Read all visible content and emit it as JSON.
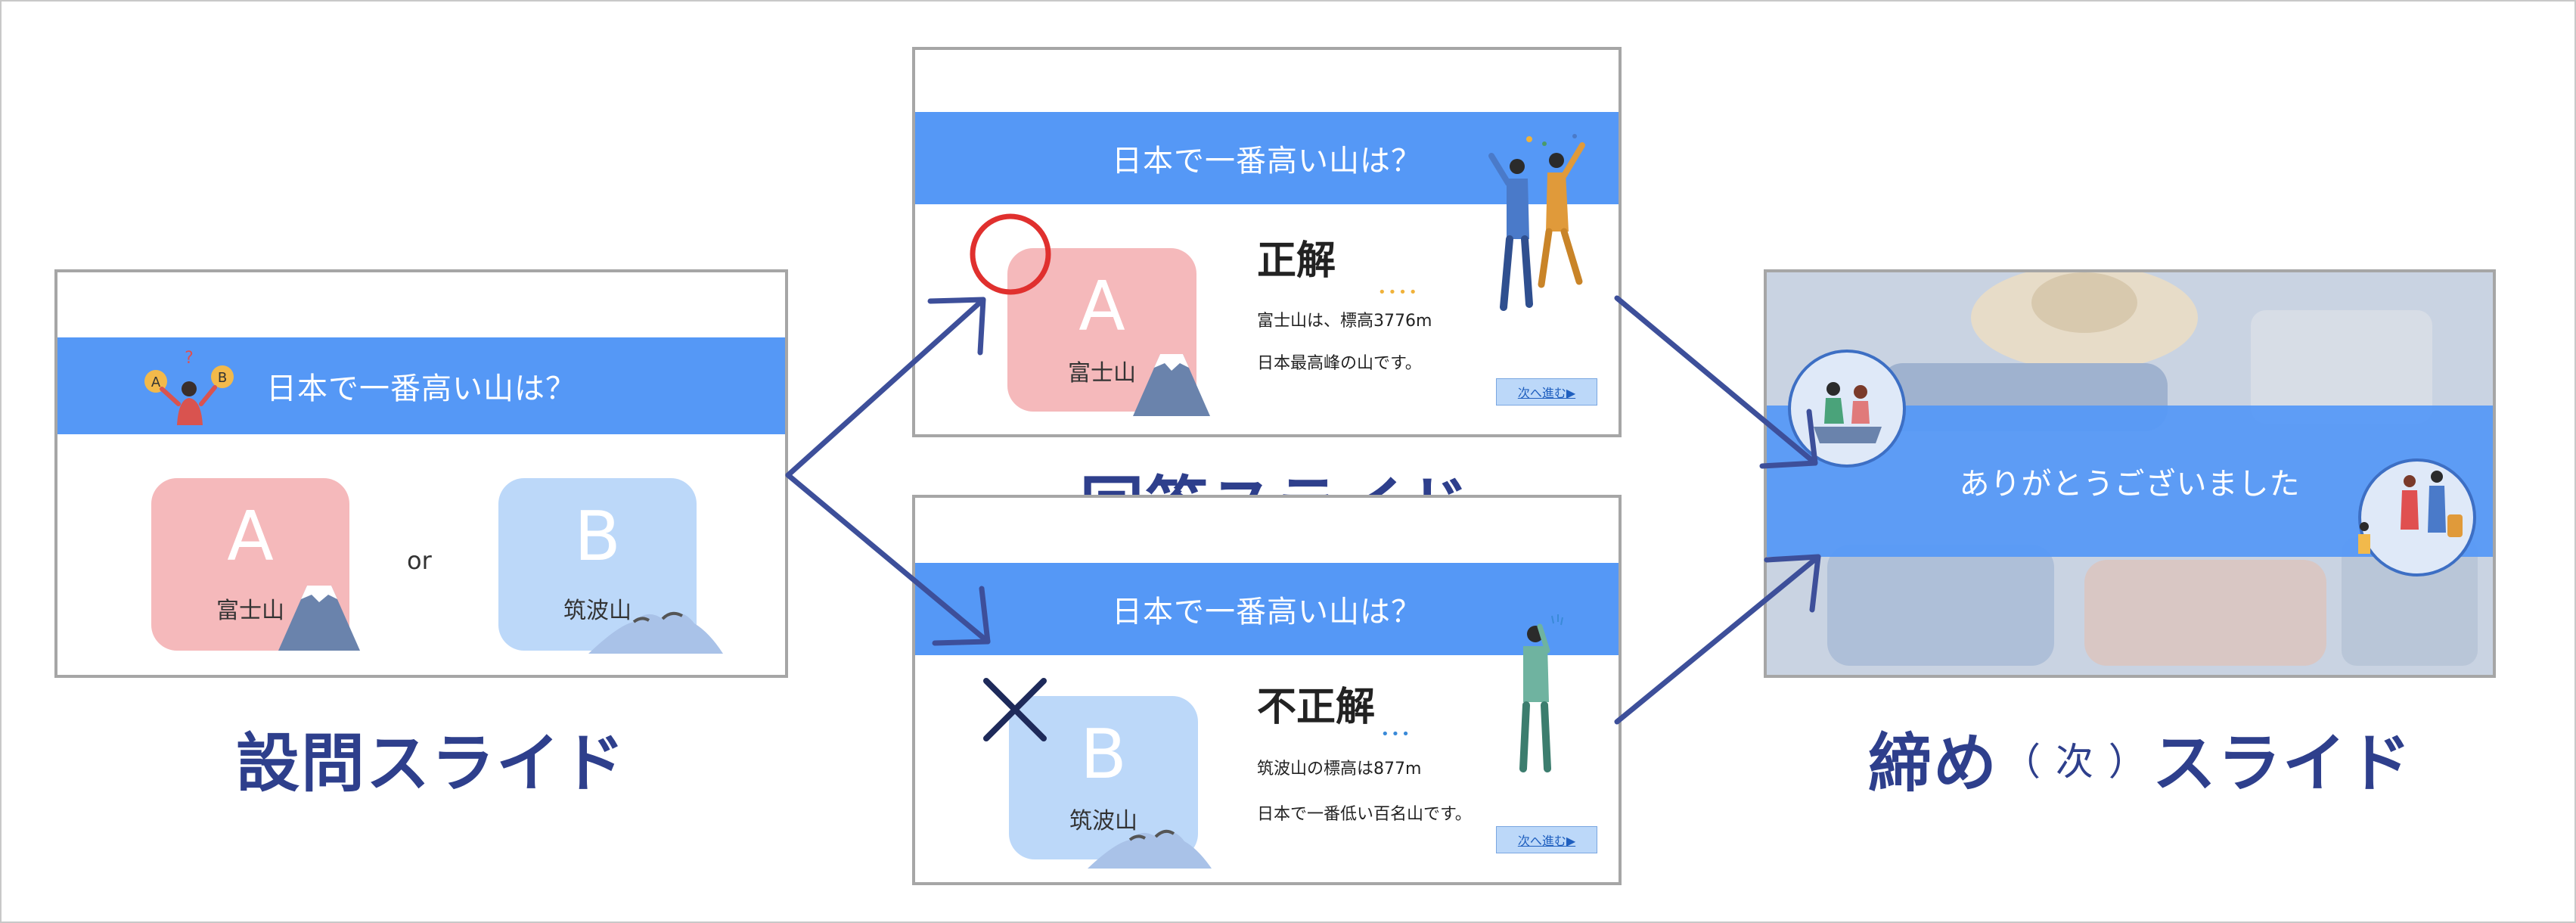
{
  "question_slide": {
    "question": "日本で一番高い山は？",
    "option_a": {
      "letter": "A",
      "label": "富士山"
    },
    "option_b": {
      "letter": "B",
      "label": "筑波山"
    },
    "or_text": "or",
    "caption": "設問スライド"
  },
  "answer_caption": "回答スライド",
  "correct_slide": {
    "question": "日本で一番高い山は？",
    "card": {
      "letter": "A",
      "label": "富士山"
    },
    "verdict": "正解",
    "line1": "富士山は、標高3776m",
    "line2": "日本最高峰の山です。",
    "next_button": "次へ進む▶",
    "dots": "••••"
  },
  "wrong_slide": {
    "question": "日本で一番高い山は？",
    "card": {
      "letter": "B",
      "label": "筑波山"
    },
    "verdict": "不正解",
    "line1": "筑波山の標高は877m",
    "line2": "日本で一番低い百名山です。",
    "next_button": "次へ進む▶",
    "dots": "•••"
  },
  "closing_slide": {
    "message": "ありがとうございました",
    "caption_main": "締め",
    "caption_paren": "（ 次 ）",
    "caption_tail": "スライド"
  },
  "colors": {
    "accent_blue": "#5598f6",
    "card_pink": "#f5b9bb",
    "card_blue": "#bcd8f9",
    "caption_navy": "#2e3f8c",
    "arrow": "#3d4f9a",
    "correct_mark": "#e0302e",
    "wrong_mark": "#1e2a5a"
  }
}
